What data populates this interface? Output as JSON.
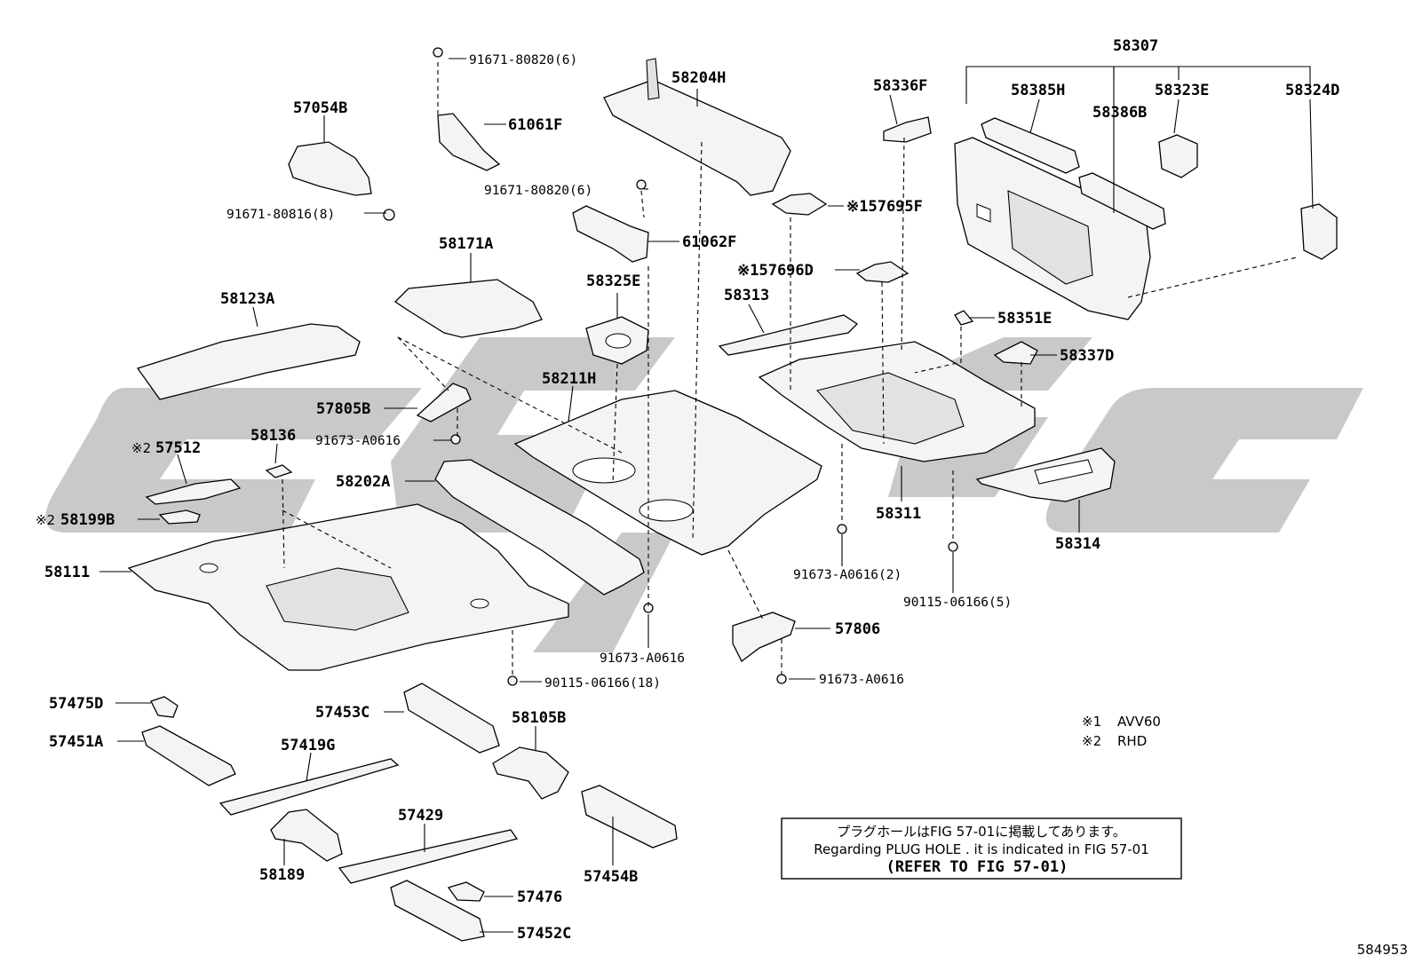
{
  "diagram_id": "584953",
  "parts": {
    "p58307": "58307",
    "p58385H": "58385H",
    "p58386B": "58386B",
    "p58323E": "58323E",
    "p58324D": "58324D",
    "p58336F": "58336F",
    "p57695F": "※157695F",
    "p57696D": "※157696D",
    "p58204H": "58204H",
    "p91671_6a": "91671-80820(6)",
    "p61061F": "61061F",
    "p91671_6b": "91671-80820(6)",
    "p61062F": "61062F",
    "p57054B": "57054B",
    "p91671_8": "91671-80816(8)",
    "p58171A": "58171A",
    "p58123A": "58123A",
    "p58325E": "58325E",
    "p58313": "58313",
    "p58351E": "58351E",
    "p58337D": "58337D",
    "p57805B": "57805B",
    "p91673_a": "91673-A0616",
    "p58211H": "58211H",
    "p57512": "57512",
    "p57512_mark": "※2",
    "p58136": "58136",
    "p58202A": "58202A",
    "p58199B": "58199B",
    "p58199B_mark": "※2",
    "p58311": "58311",
    "p58314": "58314",
    "p58111": "58111",
    "p91673_2": "91673-A0616(2)",
    "p90115_5": "90115-06166(5)",
    "p57806": "57806",
    "p91673_b": "91673-A0616",
    "p90115_18": "90115-06166(18)",
    "p91673_c": "91673-A0616",
    "p57475D": "57475D",
    "p57453C": "57453C",
    "p58105B": "58105B",
    "p57451A": "57451A",
    "p57419G": "57419G",
    "p57429": "57429",
    "p58189": "58189",
    "p57454B": "57454B",
    "p57476": "57476",
    "p57452C": "57452C"
  },
  "legend": {
    "n1_mark": "※1",
    "n1_text": "AVV60",
    "n2_mark": "※2",
    "n2_text": "RHD"
  },
  "notice": {
    "line1": "プラグホールはFIG 57-01に掲載してあります。",
    "line2": "Regarding PLUG HOLE . it is indicated in FIG 57-01",
    "line3": "(REFER TO FIG 57-01)"
  }
}
